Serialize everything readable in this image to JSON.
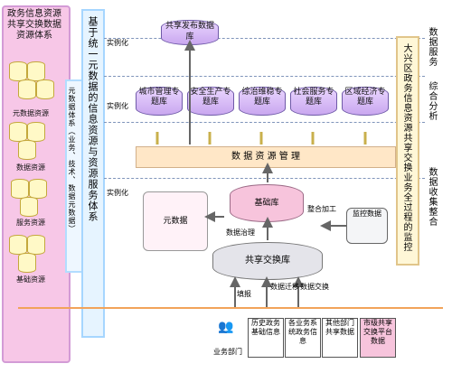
{
  "left_panel": {
    "title": "政务信息资源共享交换数据资源体系",
    "vertical_label": "元数据体系（业务、技术、数据元数据）",
    "captions": [
      "元数据资源",
      "数据资源",
      "服务资源",
      "基础资源"
    ]
  },
  "blue_column": {
    "vertical_label": "基于统一元数据的信息资源与资源服务体系"
  },
  "instantiation_label": "实例化",
  "top_db": "共享发布数据库",
  "topic_dbs": [
    "城市管理专题库",
    "安全生产专题库",
    "综治维稳专题库",
    "社会服务专题库",
    "区域经济专题库"
  ],
  "management_bar": "数 据 资 源 管 理",
  "base_db": "基础库",
  "meta_box": "元数据",
  "integration_label": "整合加工",
  "governance_label": "数据治理",
  "exchange_db": "共享交换库",
  "monitor_label": "监控数据",
  "bottom_labels": {
    "fill_report": "填报",
    "data_migrate": "数据迁移",
    "data_exchange": "数据交换",
    "dept_label": "业务部门"
  },
  "sources": [
    "历史政务基础信息",
    "各业务系统政务信息",
    "其他部门共享数据",
    "市级共享交换平台数据"
  ],
  "right_vertical": "大兴区政务信息资源共享交换业务全过程的监控",
  "right_labels": [
    "数据服务",
    "综合分析",
    "数据收集整合"
  ]
}
